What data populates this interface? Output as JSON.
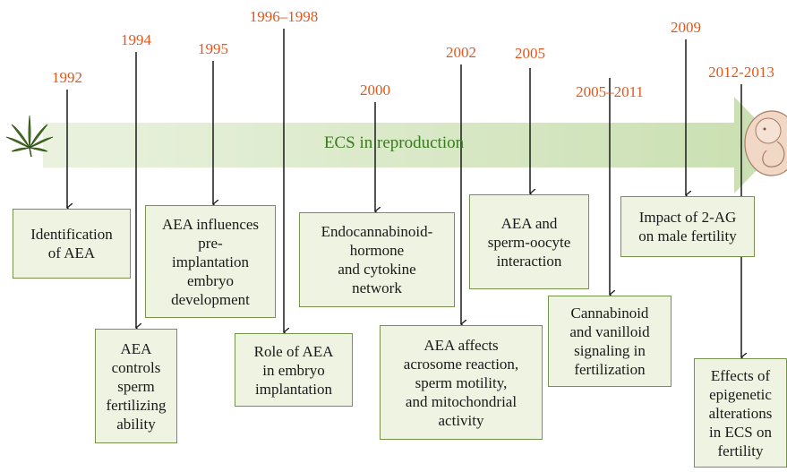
{
  "axis_label": "ECS in reproduction",
  "colors": {
    "year_text": "#e0581c",
    "arrow_fill": "#d6e6c2",
    "box_fill": "#eef3e2",
    "box_border": "#77924d",
    "axis_text": "#3a7a1e"
  },
  "icons": {
    "start": "cannabis-leaf-icon",
    "end": "fetus-icon"
  },
  "events": [
    {
      "year": "1992",
      "text": "Identification\nof AEA"
    },
    {
      "year": "1994",
      "text": "AEA\ncontrols\nsperm\nfertilizing\nability"
    },
    {
      "year": "1995",
      "text": "AEA influences\npre-\nimplantation\nembryo\ndevelopment"
    },
    {
      "year": "1996–1998",
      "text": "Role of AEA\nin embryo\nimplantation"
    },
    {
      "year": "2000",
      "text": "Endocannabinoid-\nhormone\nand cytokine\nnetwork"
    },
    {
      "year": "2002",
      "text": "AEA affects\nacrosome reaction,\nsperm motility,\nand mitochondrial\nactivity"
    },
    {
      "year": "2005",
      "text": "AEA and\nsperm-oocyte\ninteraction"
    },
    {
      "year": "2005–2011",
      "text": "Cannabinoid\nand vanilloid\nsignaling in\nfertilization"
    },
    {
      "year": "2009",
      "text": "Impact of 2-AG\non male fertility"
    },
    {
      "year": "2012-2013",
      "text": "Effects of\nepigenetic\nalterations\nin ECS on\nfertility"
    }
  ]
}
